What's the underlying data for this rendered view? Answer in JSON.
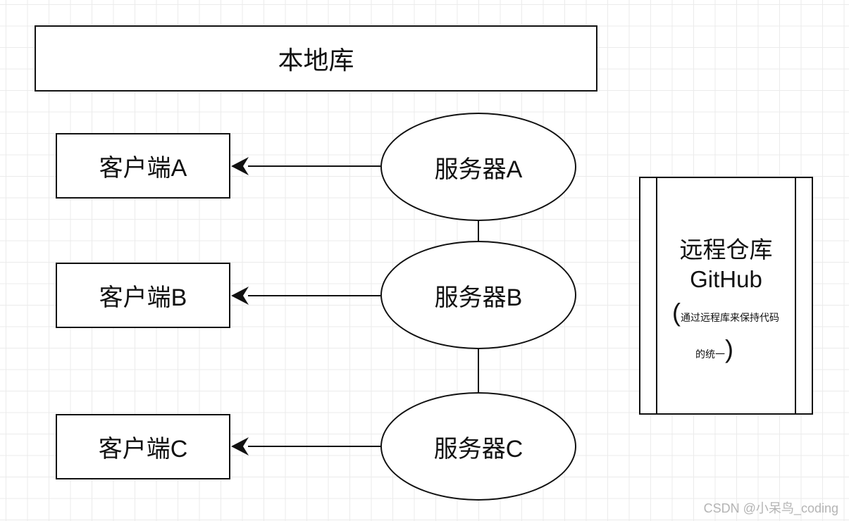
{
  "local": {
    "label": "本地库"
  },
  "clients": [
    {
      "label": "客户端A"
    },
    {
      "label": "客户端B"
    },
    {
      "label": "客户端C"
    }
  ],
  "servers": [
    {
      "label": "服务器A"
    },
    {
      "label": "服务器B"
    },
    {
      "label": "服务器C"
    }
  ],
  "remote": {
    "title": "远程仓库",
    "subtitle": "GitHub",
    "paren_open": "(",
    "note_line1": "通过远程库来保持代码",
    "note_line2": "的统一",
    "paren_close": ")"
  },
  "watermark": "CSDN @小呆鸟_coding"
}
